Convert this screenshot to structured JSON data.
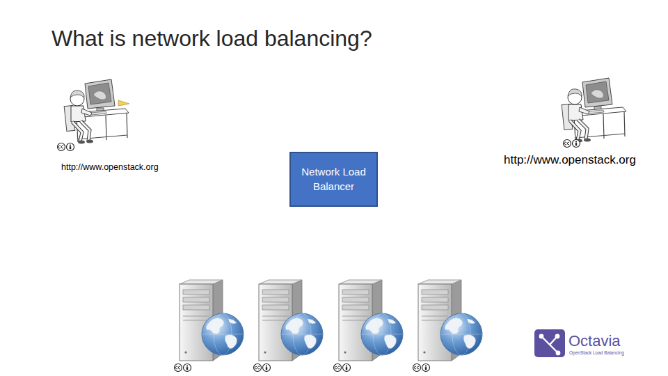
{
  "diagram": {
    "title": "What is network load balancing?",
    "nodes": [
      {
        "text": [
          "Network Load Balancer"
        ]
      }
    ],
    "labels": [
      "http://www.openstack.org",
      "http://www.openstack.org",
      "Octavia",
      "OpenStack Load Balancing"
    ]
  }
}
